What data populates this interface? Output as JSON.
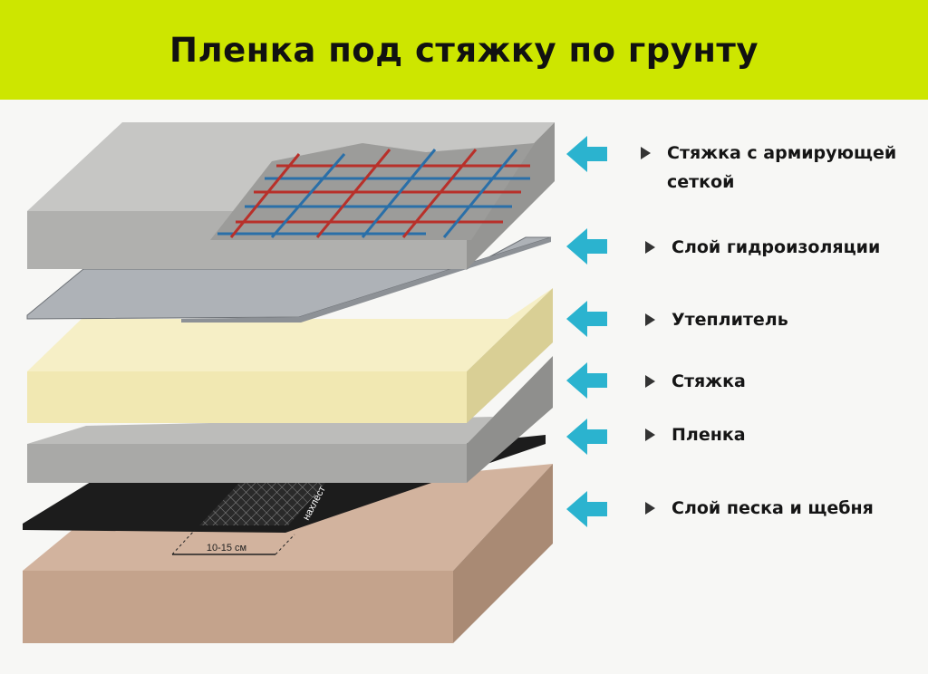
{
  "title": "Пленка под стяжку по грунту",
  "layers": [
    {
      "label": "Стяжка с армирующей сеткой"
    },
    {
      "label": "Слой гидроизоляции"
    },
    {
      "label": "Утеплитель"
    },
    {
      "label": "Стяжка"
    },
    {
      "label": "Пленка"
    },
    {
      "label": "Слой песка и щебня"
    }
  ],
  "annotations": {
    "overlap": "нахлёст",
    "overlap_width": "10-15 см"
  },
  "colors": {
    "title_bar": "#cde600",
    "arrow": "#2bb3cf",
    "rebar_red": "#b8302a",
    "rebar_blue": "#2a6fa8"
  }
}
